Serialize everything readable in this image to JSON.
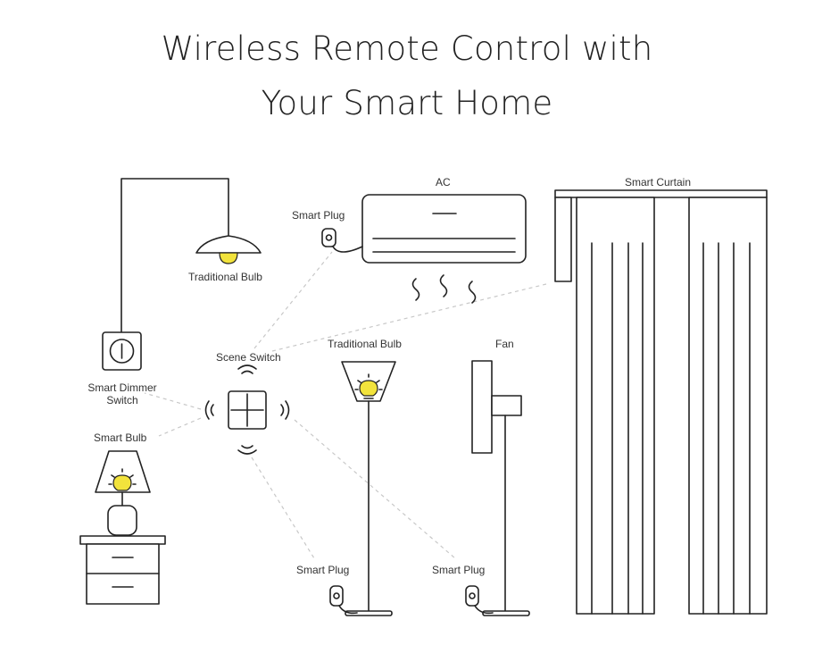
{
  "title": {
    "line1": "Wireless Remote Control with",
    "line2": "Your Smart Home"
  },
  "labels": {
    "ac": "AC",
    "smart_curtain": "Smart Curtain",
    "smart_plug_ac": "Smart Plug",
    "traditional_bulb_pendant": "Traditional Bulb",
    "scene_switch": "Scene Switch",
    "traditional_bulb_floor": "Traditional Bulb",
    "fan": "Fan",
    "smart_dimmer_line1": "Smart Dimmer",
    "smart_dimmer_line2": "Switch",
    "smart_bulb": "Smart Bulb",
    "smart_plug_lamp": "Smart Plug",
    "smart_plug_fan": "Smart Plug"
  },
  "colors": {
    "line": "#222222",
    "bulb": "#f2e33c",
    "dash": "#c8c8c8",
    "text": "#333333"
  }
}
